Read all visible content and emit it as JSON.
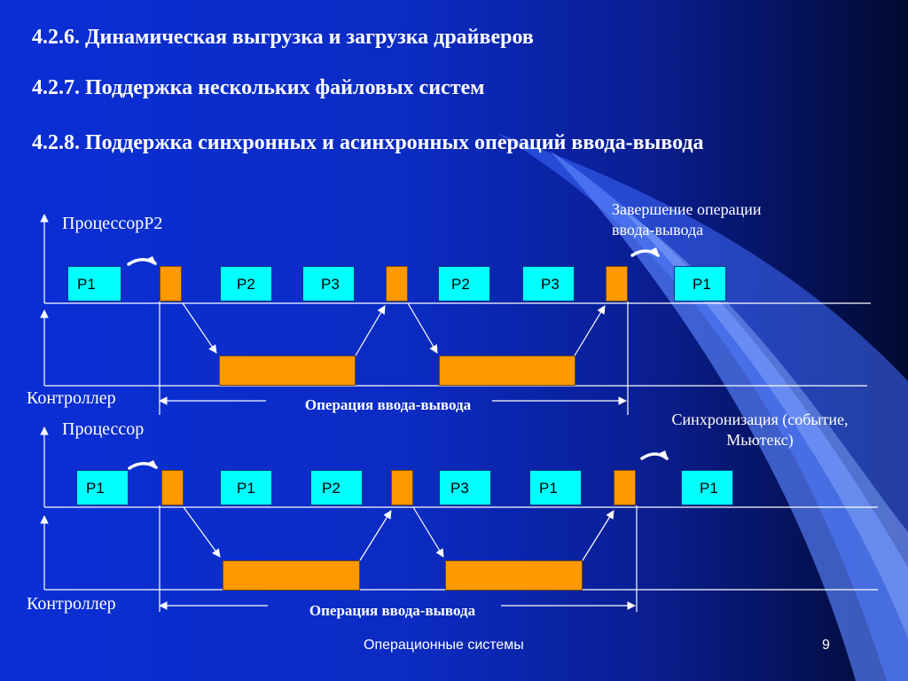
{
  "headings": [
    "4.2.6. Динамическая выгрузка и загрузка драйверов",
    "4.2.7. Поддержка нескольких файловых систем",
    "4.2.8. Поддержка синхронных и асинхронных операций ввода-вывода"
  ],
  "diagram1": {
    "processor_label": "Процессор",
    "processor_suffix": "Р2",
    "controller_label": "Контроллер",
    "io_label": "Операция ввода-вывода",
    "annotation": "Завершение операции ввода-вывода",
    "processes": [
      "Р1",
      "Р2",
      "Р3",
      "Р2",
      "Р3",
      "Р1"
    ]
  },
  "diagram2": {
    "processor_label": "Процессор",
    "controller_label": "Контроллер",
    "io_label": "Операция ввода-вывода",
    "annotation": "Синхронизация (событие, Мьютекс)",
    "processes": [
      "Р1",
      "Р1",
      "Р2",
      "Р3",
      "Р1",
      "Р1"
    ]
  },
  "footer": {
    "title": "Операционные системы",
    "page_number": "9"
  },
  "colors": {
    "process_box": "#00ffff",
    "io_block": "#ff9900",
    "background": "#0a2fd6",
    "text": "#ffffff"
  }
}
